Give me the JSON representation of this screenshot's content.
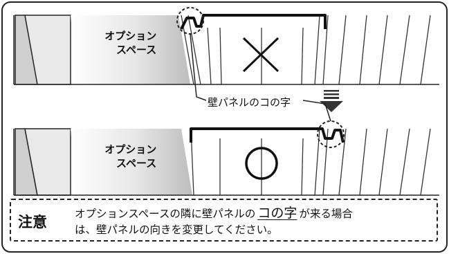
{
  "labels": {
    "top_option_line1": "オプション",
    "top_option_line2": "スペース",
    "bottom_option_line1": "オプション",
    "bottom_option_line2": "スペース",
    "wall_panel_shape": "壁パネルのコの字",
    "wrong_mark": "×",
    "right_mark": "○"
  },
  "note": {
    "title": "注意",
    "text_before": "オプションスペースの隣に壁パネルの",
    "highlight": "コの字",
    "text_after": "が来る場合",
    "line2": "は、壁パネルの向きを変更してください。"
  }
}
